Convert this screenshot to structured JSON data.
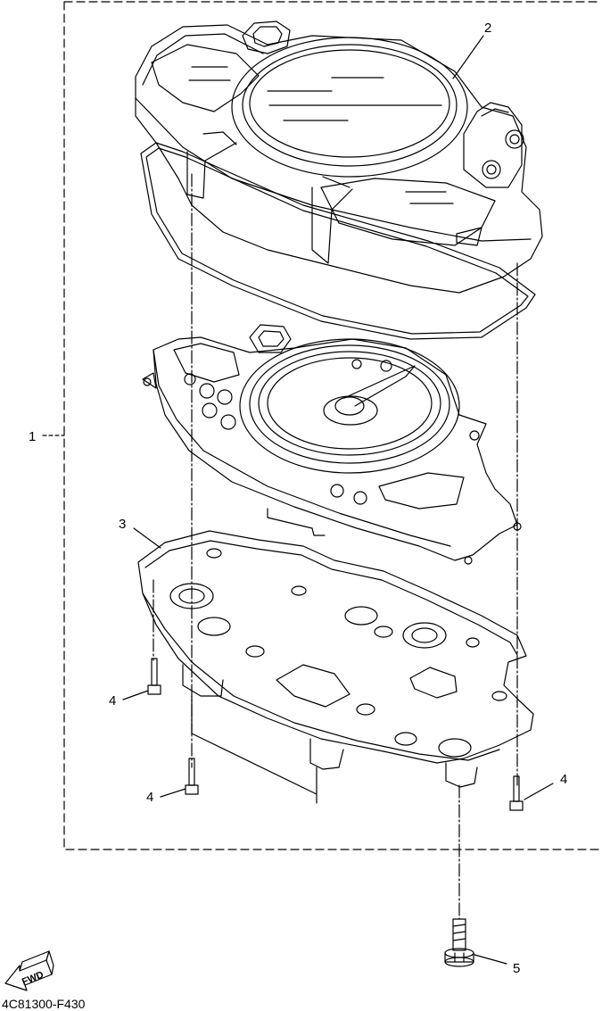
{
  "callouts": {
    "assembly": "1",
    "cover": "2",
    "case": "3",
    "screw_left_upper": "4",
    "screw_left_lower": "4",
    "screw_right": "4",
    "bolt": "5"
  },
  "fwd_label": "FWD",
  "diagram_code": "4C81300-F430"
}
